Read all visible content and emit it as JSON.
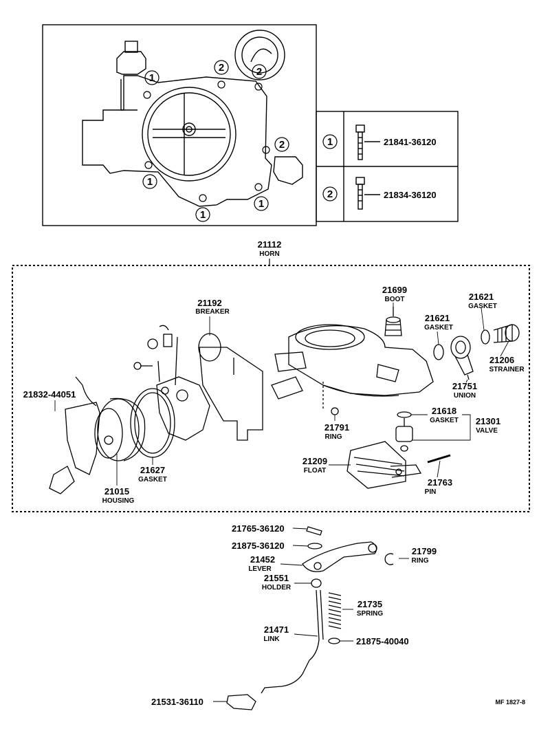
{
  "inset": {
    "markers": {
      "one": "1",
      "two": "2"
    },
    "legend": [
      {
        "marker": "1",
        "part_no": "21841-36120"
      },
      {
        "marker": "2",
        "part_no": "21834-36120"
      }
    ]
  },
  "group": {
    "part_no": "21112",
    "name": "HORN"
  },
  "parts": [
    {
      "id": "breaker",
      "no": "21192",
      "name": "BREAKER"
    },
    {
      "id": "screw",
      "no": "21832-44051",
      "name": ""
    },
    {
      "id": "housing",
      "no": "21015",
      "name": "HOUSING"
    },
    {
      "id": "gasket-housing",
      "no": "21627",
      "name": "GASKET"
    },
    {
      "id": "boot",
      "no": "21699",
      "name": "BOOT"
    },
    {
      "id": "gasket-a",
      "no": "21621",
      "name": "GASKET"
    },
    {
      "id": "gasket-b",
      "no": "21621",
      "name": "GASKET"
    },
    {
      "id": "strainer",
      "no": "21206",
      "name": "STRAINER"
    },
    {
      "id": "union",
      "no": "21751",
      "name": "UNION"
    },
    {
      "id": "ring-a",
      "no": "21791",
      "name": "RING"
    },
    {
      "id": "gasket-c",
      "no": "21618",
      "name": "GASKET"
    },
    {
      "id": "valve",
      "no": "21301",
      "name": "VALVE"
    },
    {
      "id": "float",
      "no": "21209",
      "name": "FLOAT"
    },
    {
      "id": "pin",
      "no": "21763",
      "name": "PIN"
    },
    {
      "id": "bolt-a",
      "no": "21765-36120",
      "name": ""
    },
    {
      "id": "washer-a",
      "no": "21875-36120",
      "name": ""
    },
    {
      "id": "lever",
      "no": "21452",
      "name": "LEVER"
    },
    {
      "id": "ring-b",
      "no": "21799",
      "name": "RING"
    },
    {
      "id": "holder",
      "no": "21551",
      "name": "HOLDER"
    },
    {
      "id": "spring",
      "no": "21735",
      "name": "SPRING"
    },
    {
      "id": "link",
      "no": "21471",
      "name": "LINK"
    },
    {
      "id": "washer-b",
      "no": "21875-40040",
      "name": ""
    },
    {
      "id": "clip",
      "no": "21531-36110",
      "name": ""
    }
  ],
  "footer_code": "MF 1827-8"
}
